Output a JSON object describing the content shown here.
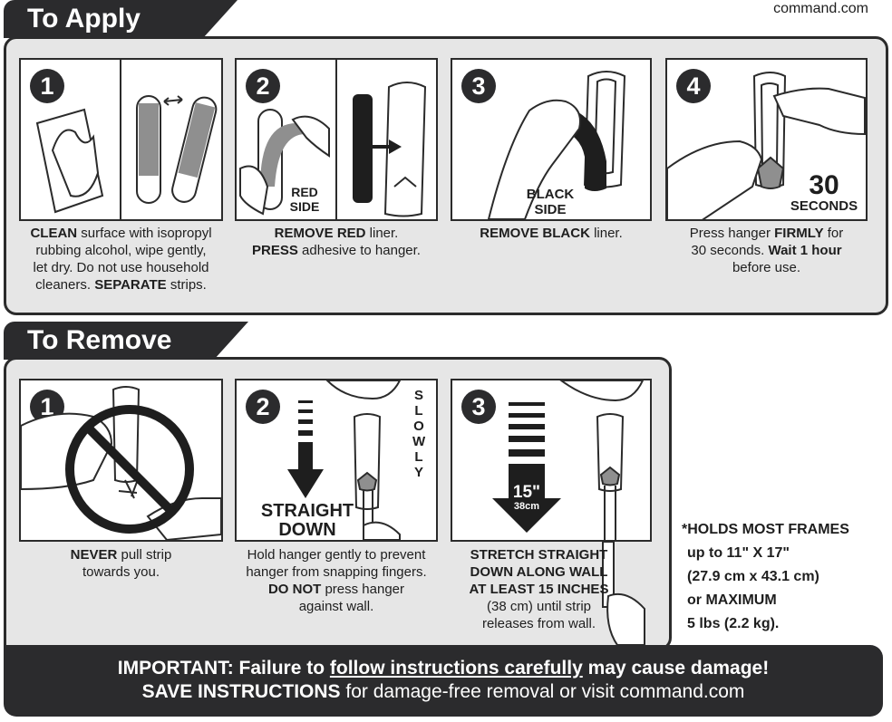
{
  "site": "command.com",
  "apply": {
    "title": "To Apply",
    "steps": [
      {
        "num": "1",
        "caption": [
          "CLEAN",
          " surface with isopropyl",
          "rubbing alcohol, wipe gently,",
          "let dry. Do not use household",
          "cleaners. ",
          "SEPARATE",
          " strips."
        ]
      },
      {
        "num": "2",
        "overlay": [
          "RED",
          "SIDE"
        ],
        "caption": [
          "REMOVE RED",
          " liner.",
          "PRESS",
          " adhesive to hanger."
        ]
      },
      {
        "num": "3",
        "overlay": [
          "BLACK",
          "SIDE"
        ],
        "caption": [
          "REMOVE BLACK",
          " liner."
        ]
      },
      {
        "num": "4",
        "overlay": [
          "30",
          "SECONDS"
        ],
        "caption": [
          "Press hanger ",
          "FIRMLY",
          " for",
          "30 seconds. ",
          "Wait 1 hour",
          "before use."
        ]
      }
    ]
  },
  "remove": {
    "title": "To Remove",
    "steps": [
      {
        "num": "1",
        "caption": [
          "NEVER",
          " pull strip",
          "towards you."
        ]
      },
      {
        "num": "2",
        "overlay": [
          "STRAIGHT",
          "DOWN"
        ],
        "vertical": "SLOWLY",
        "caption": [
          "Hold hanger gently to prevent",
          "hanger from snapping fingers.",
          "DO NOT",
          " press hanger",
          "against wall."
        ]
      },
      {
        "num": "3",
        "overlay": [
          "15\"",
          "38cm"
        ],
        "caption": [
          "STRETCH STRAIGHT",
          "DOWN ALONG WALL",
          "AT LEAST 15 INCHES",
          "(38 cm) until strip",
          "releases from wall."
        ]
      }
    ]
  },
  "holds": [
    "*HOLDS MOST FRAMES",
    "up to 11\" X 17\"",
    "(27.9 cm x 43.1 cm)",
    "or MAXIMUM",
    "5 lbs (2.2 kg)."
  ],
  "footer": {
    "line1_a": "IMPORTANT: Failure to ",
    "line1_u": "follow instructions carefully",
    "line1_b": " may cause damage!",
    "line2_a": "SAVE INSTRUCTIONS",
    "line2_b": " for damage-free removal or visit command.com"
  }
}
